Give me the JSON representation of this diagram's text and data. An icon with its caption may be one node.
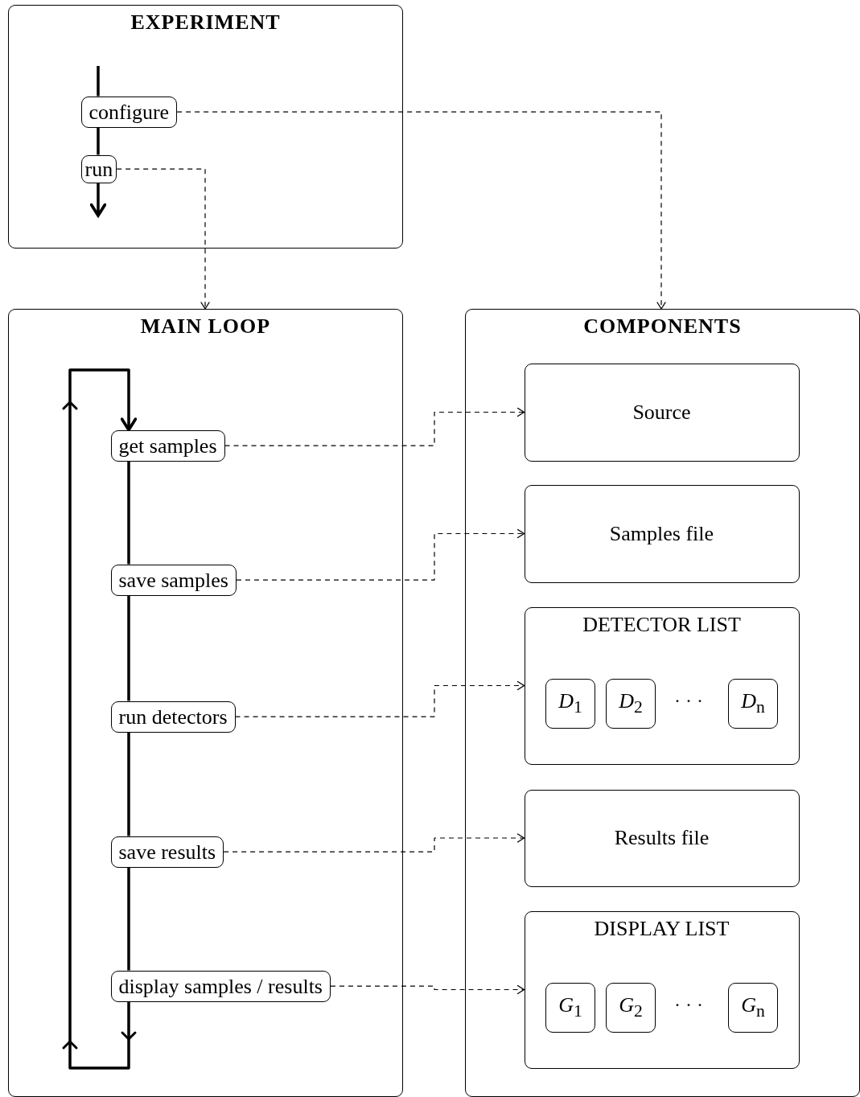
{
  "diagram": {
    "nodes": [
      {
        "text": [
          "EXPERIMENT"
        ]
      },
      {
        "text": [
          "configure"
        ],
        "in": 0
      },
      {
        "text": [
          "run"
        ],
        "in": 0
      },
      {
        "text": [
          "MAIN LOOP"
        ]
      },
      {
        "text": [
          "get samples"
        ],
        "in": 3
      },
      {
        "text": [
          "save samples"
        ],
        "in": 3
      },
      {
        "text": [
          "run detectors"
        ],
        "in": 3
      },
      {
        "text": [
          "save results"
        ],
        "in": 3
      },
      {
        "text": [
          "display samples / results"
        ],
        "in": 3
      },
      {
        "text": [
          "COMPONENTS"
        ]
      },
      {
        "text": [
          "Source"
        ],
        "in": 9
      },
      {
        "text": [
          "Samples file"
        ],
        "in": 9
      },
      {
        "text": [
          "DETECTOR LIST"
        ],
        "in": 9
      },
      {
        "text": [
          "*D*$_{1}$"
        ],
        "in": 12
      },
      {
        "text": [
          "*D*$_{2}$"
        ],
        "in": 12
      },
      {
        "text": [
          "*D*$_{n}$"
        ],
        "in": 12
      },
      {
        "text": [
          "Results file"
        ],
        "in": 9
      },
      {
        "text": [
          "DISPLAY LIST"
        ],
        "in": 9
      },
      {
        "text": [
          "*G*$_{1}$"
        ],
        "in": 17
      },
      {
        "text": [
          "*G*$_{2}$"
        ],
        "in": 17
      },
      {
        "text": [
          "*G*$_{n}$"
        ],
        "in": 17
      }
    ],
    "edges": [
      {
        "from": null,
        "to": 1,
        "arrow": "none"
      },
      {
        "from": 1,
        "to": 2,
        "arrow": "none"
      },
      {
        "from": 2,
        "to": null,
        "arrow": "to"
      },
      {
        "from": 1,
        "to": 9,
        "arrow": "to",
        "style": "dashed"
      },
      {
        "from": 2,
        "to": 3,
        "arrow": "to",
        "style": "dashed"
      },
      {
        "from": 4,
        "to": 5,
        "arrow": "none"
      },
      {
        "from": 5,
        "to": 6,
        "arrow": "none"
      },
      {
        "from": 6,
        "to": 7,
        "arrow": "none"
      },
      {
        "from": 7,
        "to": 8,
        "arrow": "none"
      },
      {
        "from": 8,
        "to": 4,
        "arrow": "to"
      },
      {
        "from": 4,
        "to": 10,
        "arrow": "to",
        "style": "dashed"
      },
      {
        "from": 5,
        "to": 11,
        "arrow": "to",
        "style": "dashed"
      },
      {
        "from": 6,
        "to": 12,
        "arrow": "to",
        "style": "dashed"
      },
      {
        "from": 7,
        "to": 16,
        "arrow": "to",
        "style": "dashed"
      },
      {
        "from": 8,
        "to": 17,
        "arrow": "to",
        "style": "dashed"
      }
    ],
    "labels": [
      "· · ·",
      "· · ·"
    ]
  }
}
